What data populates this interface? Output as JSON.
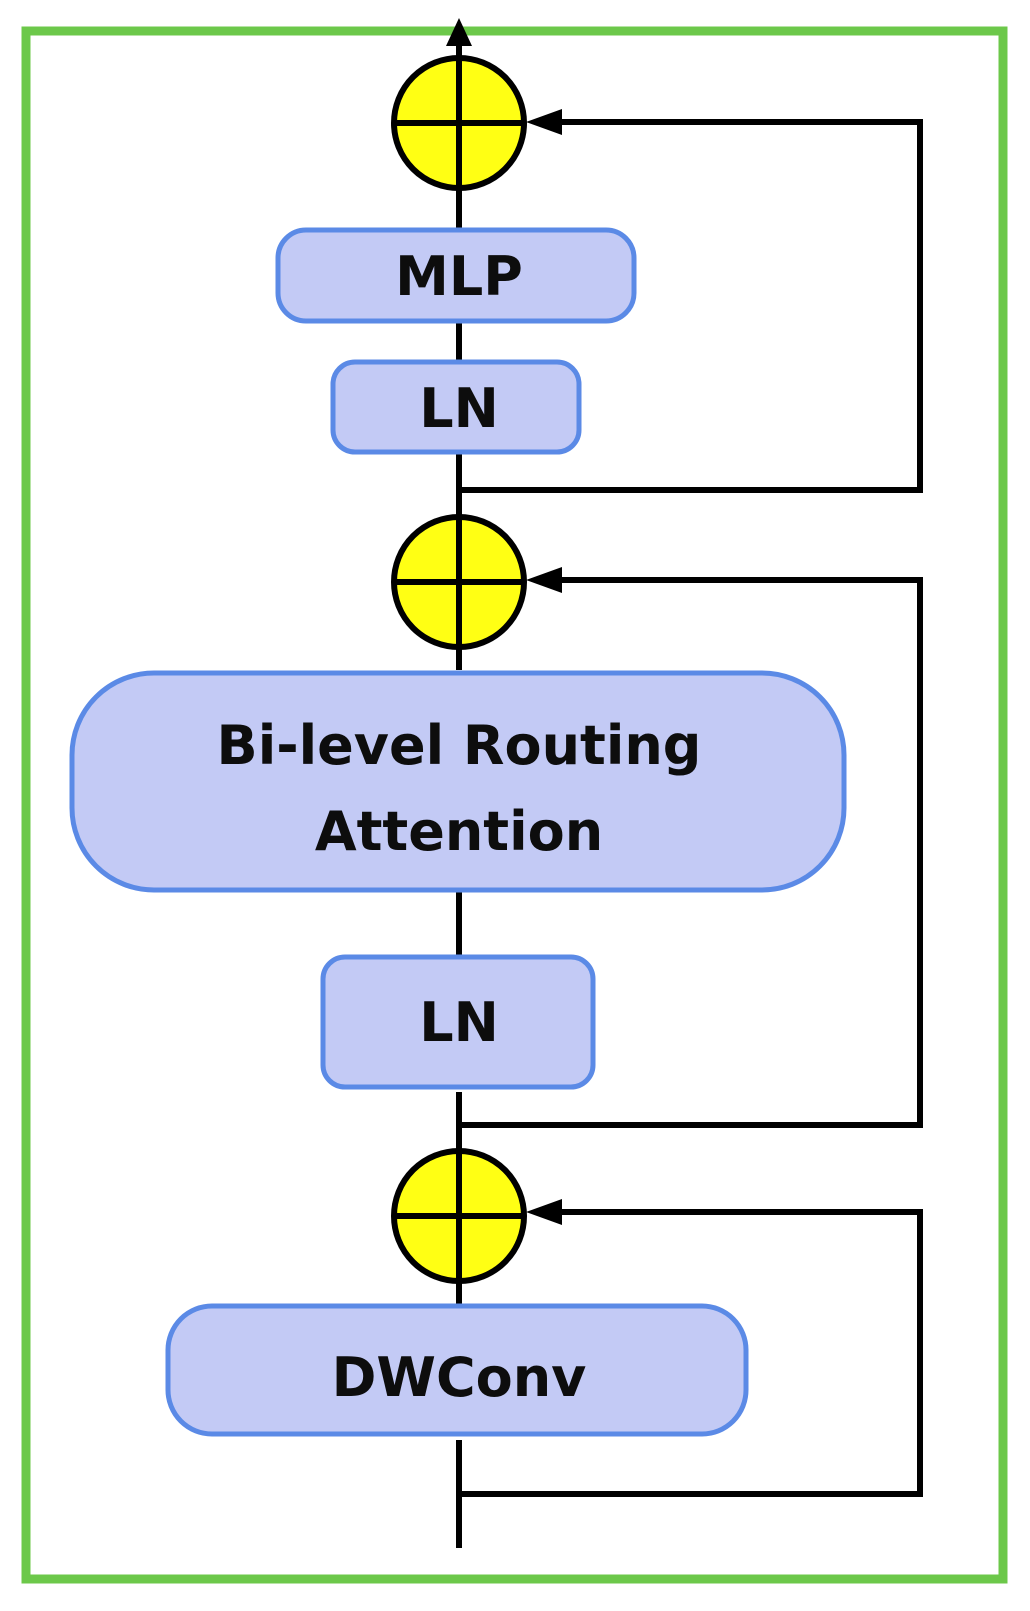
{
  "blocks": {
    "mlp": "MLP",
    "ln_top": "LN",
    "attention_line1": "Bi-level Routing",
    "attention_line2": "Attention",
    "ln_bottom": "LN",
    "dwconv": "DWConv"
  },
  "colors": {
    "frame": "#6cc84a",
    "block_fill": "#c3caf5",
    "block_stroke": "#5b8ae6",
    "adder_fill": "#ffff14",
    "line": "#000000"
  },
  "icons": [
    "plus-circle-icon",
    "arrowhead-icon"
  ]
}
